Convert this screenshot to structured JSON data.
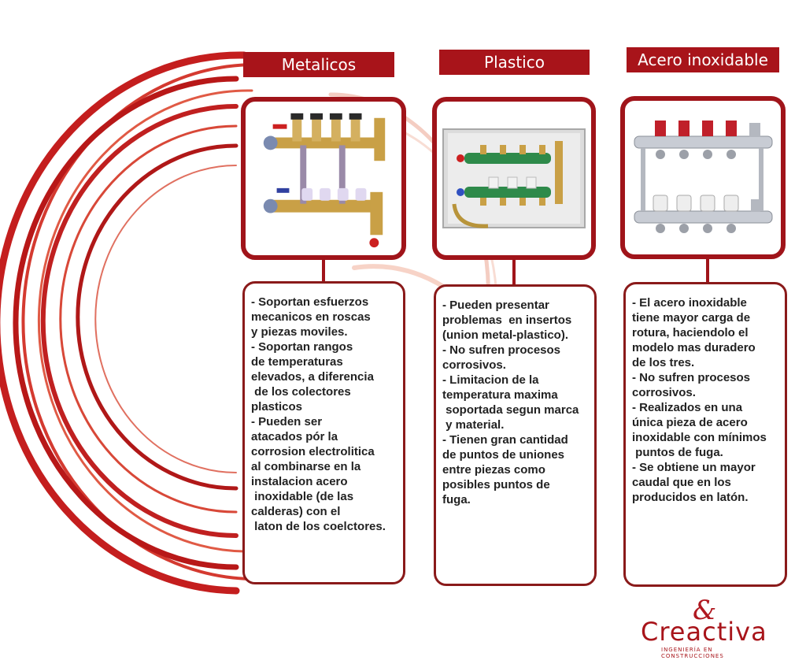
{
  "columns": [
    {
      "title": "Metalicos",
      "lines": [
        "- Soportan esfuerzos",
        "mecanicos en roscas",
        "y piezas moviles.",
        "- Soportan rangos",
        "de temperaturas",
        "elevados, a diferencia",
        " de los colectores",
        "plasticos",
        "- Pueden ser",
        "atacados pór la",
        "corrosion electrolitica",
        "al combinarse en la",
        "instalacion acero",
        " inoxidable (de las",
        "calderas) con el",
        " laton de los coelctores."
      ]
    },
    {
      "title": "Plastico",
      "lines": [
        "- Pueden presentar",
        "problemas  en insertos",
        "(union metal-plastico).",
        "- No sufren procesos",
        "corrosivos.",
        "- Limitacion de la",
        "temperatura maxima",
        " soportada segun marca",
        " y material.",
        "- Tienen gran cantidad",
        "de puntos de uniones",
        "entre piezas como",
        "posibles puntos de",
        "fuga."
      ]
    },
    {
      "title": "Acero inoxidable",
      "lines": [
        "- El acero inoxidable",
        "tiene mayor carga de",
        "rotura, haciendolo el",
        "modelo mas duradero",
        "de los tres.",
        "- No sufren procesos",
        "corrosivos.",
        "- Realizados en una",
        "única pieza de acero",
        "inoxidable con mínimos",
        " puntos de fuga.",
        "- Se obtiene un mayor",
        "caudal que en los",
        "producidos en latón."
      ]
    }
  ],
  "logo": {
    "symbol": "&",
    "brand": "Creactiva",
    "tagline": "INGENIERÍA EN CONSTRUCCIONES"
  },
  "colors": {
    "accent": "#a8141a",
    "border": "#8a1a1a"
  }
}
